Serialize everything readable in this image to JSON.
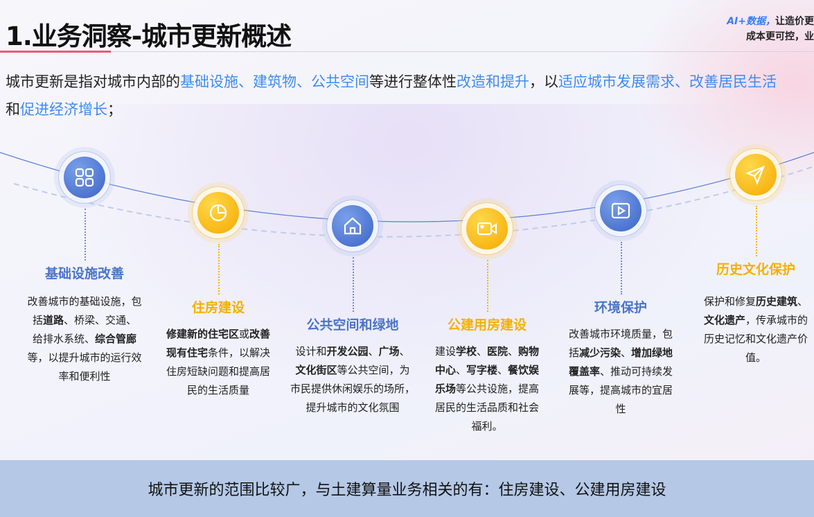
{
  "title": "1.业务洞察-城市更新概述",
  "brand": {
    "ai": "AI+数据，",
    "line1": "让造价更",
    "line2": "成本更可控，业"
  },
  "intro": [
    {
      "t": "城市更新是指对城市内部的",
      "hl": false
    },
    {
      "t": "基础设施、建筑物、公共空间",
      "hl": true
    },
    {
      "t": "等进行整体性",
      "hl": false
    },
    {
      "t": "改造和提升",
      "hl": true
    },
    {
      "t": "，以",
      "hl": false
    },
    {
      "t": "适应城市发展需求、改善居民生活",
      "hl": true
    },
    {
      "t": "和",
      "hl": false
    },
    {
      "t": "促进经济增长",
      "hl": true
    },
    {
      "t": "；",
      "hl": false
    }
  ],
  "items": [
    {
      "title": "基础设施改善",
      "icon": "grid-icon",
      "color": "blue",
      "desc": [
        [
          "改善城市的基础设施，包括",
          0
        ],
        [
          "道路",
          1
        ],
        [
          "、桥梁、交通、给排水系统、",
          0
        ],
        [
          "综合管廊",
          1
        ],
        [
          "等，以提升城市的运行效率和便利性",
          0
        ]
      ]
    },
    {
      "title": "住房建设",
      "icon": "pie-chart-icon",
      "color": "yellow",
      "desc": [
        [
          "修建新的住宅区",
          1
        ],
        [
          "或",
          0
        ],
        [
          "改善现有住宅",
          1
        ],
        [
          "条件，以解决住房短缺问题和提高居民的生活质量",
          0
        ]
      ]
    },
    {
      "title": "公共空间和绿地",
      "icon": "home-icon",
      "color": "blue",
      "desc": [
        [
          "设计和",
          0
        ],
        [
          "开发公园",
          1
        ],
        [
          "、",
          0
        ],
        [
          "广场",
          1
        ],
        [
          "、",
          0
        ],
        [
          "文化街区",
          1
        ],
        [
          "等公共空间，为市民提供休闲娱乐的场所，提升城市的文化氛围",
          0
        ]
      ]
    },
    {
      "title": "公建用房建设",
      "icon": "video-camera-icon",
      "color": "yellow",
      "desc": [
        [
          "建设",
          0
        ],
        [
          "学校",
          1
        ],
        [
          "、",
          0
        ],
        [
          "医院",
          1
        ],
        [
          "、",
          0
        ],
        [
          "购物中心",
          1
        ],
        [
          "、",
          0
        ],
        [
          "写字楼",
          1
        ],
        [
          "、",
          0
        ],
        [
          "餐饮娱乐场",
          1
        ],
        [
          "等公共设施，提高居民的生活品质和社会福利。",
          0
        ]
      ]
    },
    {
      "title": "环境保护",
      "icon": "play-icon",
      "color": "blue",
      "desc": [
        [
          "改善城市环境质量，包括",
          0
        ],
        [
          "减少污染",
          1
        ],
        [
          "、",
          0
        ],
        [
          "增加绿地覆盖率",
          1
        ],
        [
          "、推动可持续发展等，提高城市的宜居性",
          0
        ]
      ]
    },
    {
      "title": "历史文化保护",
      "icon": "send-icon",
      "color": "yellow",
      "desc": [
        [
          "保护和修复",
          0
        ],
        [
          "历史建筑",
          1
        ],
        [
          "、",
          0
        ],
        [
          "文化遗产",
          1
        ],
        [
          "，传承城市的历史记忆和文化遗产价值。",
          0
        ]
      ]
    }
  ],
  "bottom": "城市更新的范围比较广，与土建算量业务相关的有：住房建设、公建用房建设"
}
